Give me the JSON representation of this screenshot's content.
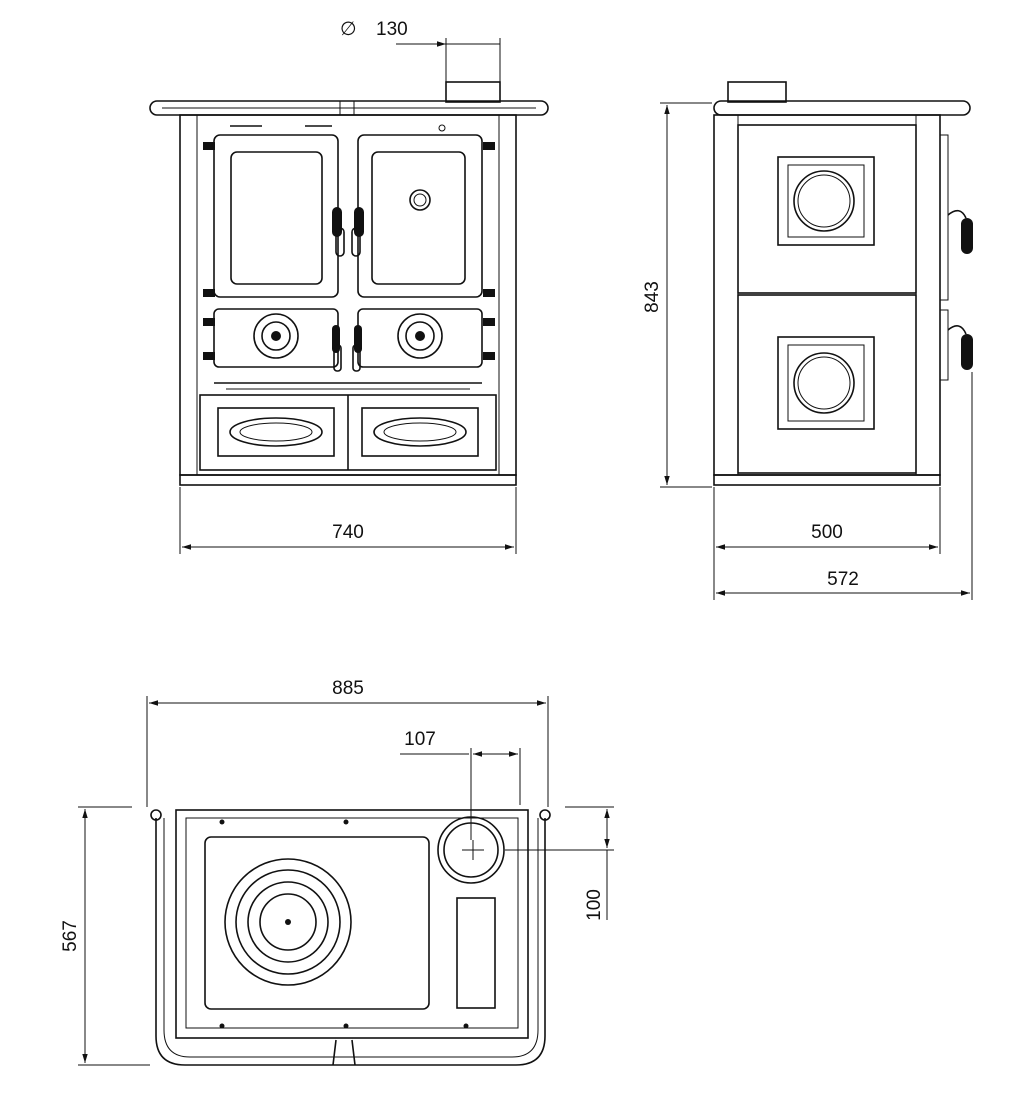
{
  "dimensions": {
    "flue_diameter": "130",
    "diameter_symbol": "∅",
    "front_width": "740",
    "height": "843",
    "body_depth": "500",
    "total_depth": "572",
    "top_width": "885",
    "flue_offset_x": "107",
    "flue_offset_y": "100",
    "top_depth": "567"
  },
  "colors": {
    "line": "#111111",
    "background": "#ffffff"
  }
}
